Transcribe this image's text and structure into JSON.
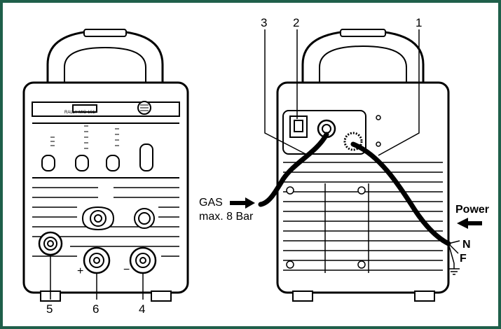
{
  "frame_color": "#1f5f4a",
  "callouts": {
    "c1": "1",
    "c2": "2",
    "c3": "3",
    "c4": "4",
    "c5": "5",
    "c6": "6"
  },
  "gas": {
    "line1": "GAS",
    "line2": "max. 8 Bar"
  },
  "power": {
    "label": "Power",
    "n": "N",
    "f": "F"
  },
  "front_panel_text": {
    "model": "RALLY MIG 161i",
    "plus": "+",
    "minus": "−"
  }
}
